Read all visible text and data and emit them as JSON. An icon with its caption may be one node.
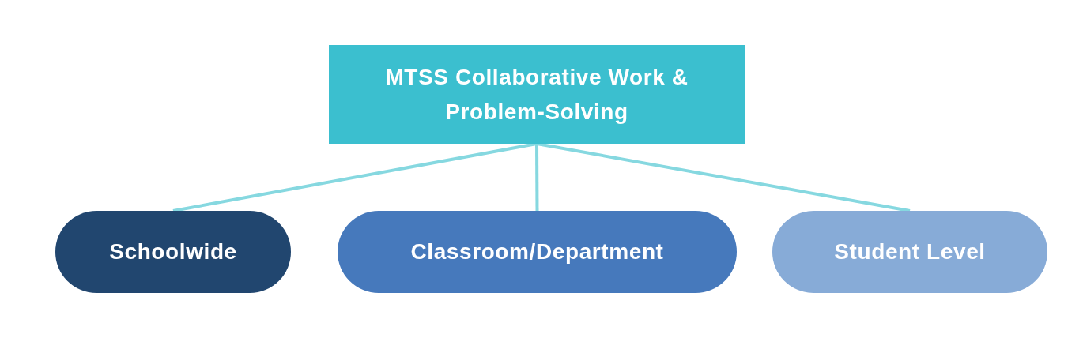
{
  "diagram": {
    "nodes": [
      {
        "text": [
          "MTSS Collaborative Work & Problem-Solving"
        ]
      },
      {
        "text": [
          "Schoolwide"
        ]
      },
      {
        "text": [
          "Classroom/Department"
        ]
      },
      {
        "text": [
          "Student Level"
        ]
      }
    ],
    "edges": [
      {
        "from": 0,
        "to": 1,
        "arrow": "none"
      },
      {
        "from": 0,
        "to": 2,
        "arrow": "none"
      },
      {
        "from": 0,
        "to": 3,
        "arrow": "none"
      }
    ]
  }
}
